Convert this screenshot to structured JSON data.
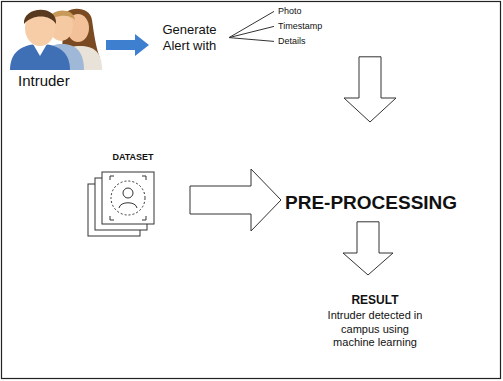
{
  "diagram": {
    "nodes": [
      {
        "text": [
          "Intruder"
        ]
      },
      {
        "text": [
          "Generate Alert with"
        ]
      },
      {
        "text": [
          "Photo"
        ]
      },
      {
        "text": [
          "Timestamp"
        ]
      },
      {
        "text": [
          "Details"
        ]
      },
      {
        "text": [
          "DATASET"
        ]
      },
      {
        "text": [
          "PRE-PROCESSING"
        ]
      },
      {
        "text": [
          "RESULT",
          "Intruder detected in campus using machine learning"
        ]
      }
    ],
    "edges": [
      {
        "from": 0,
        "to": 1,
        "arrow": "to"
      },
      {
        "from": 1,
        "to": 2,
        "arrow": "none"
      },
      {
        "from": 1,
        "to": 3,
        "arrow": "none"
      },
      {
        "from": 1,
        "to": 4,
        "arrow": "none"
      },
      {
        "from": 4,
        "to": 6,
        "arrow": "to"
      },
      {
        "from": 5,
        "to": 6,
        "arrow": "to"
      },
      {
        "from": 6,
        "to": 7,
        "arrow": "to"
      }
    ]
  }
}
